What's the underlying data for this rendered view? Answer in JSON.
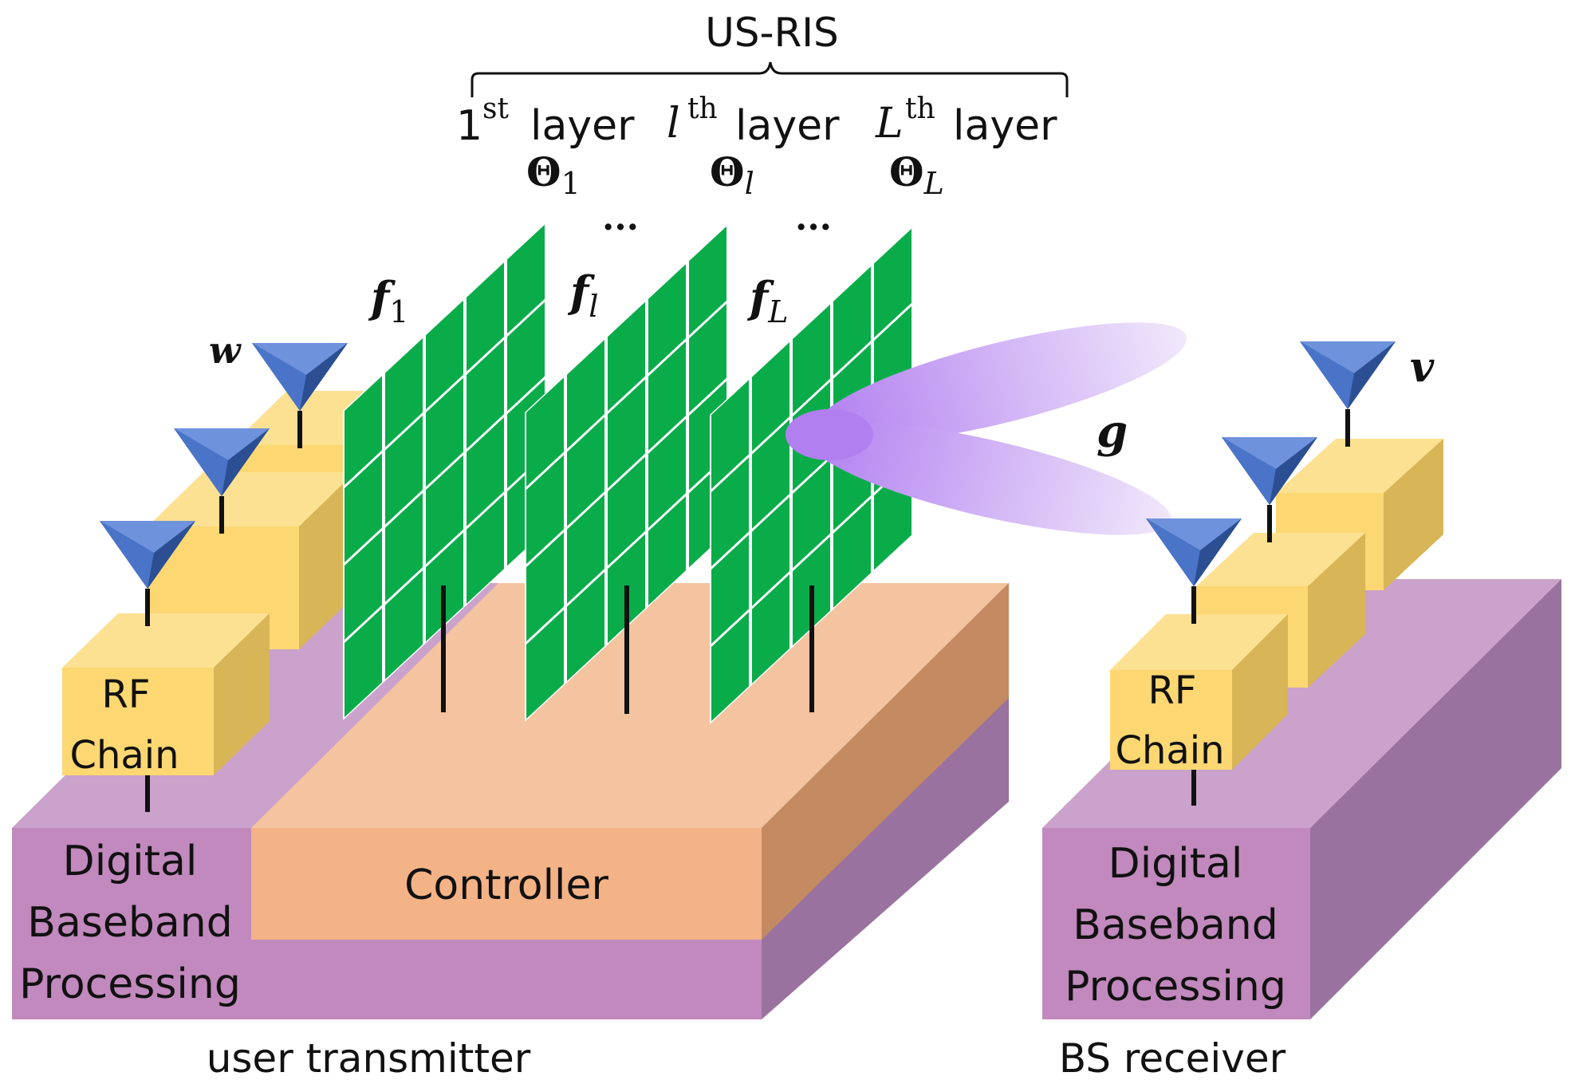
{
  "title": "US-RIS",
  "layers": [
    {
      "sup_base": "1",
      "sup": "st",
      "word": "layer",
      "theta_base": "Θ",
      "theta_sub": "1",
      "f_base": "f",
      "f_sub": "1"
    },
    {
      "sup_base": "l",
      "sup": "th",
      "word": "layer",
      "theta_base": "Θ",
      "theta_sub": "l",
      "f_base": "f",
      "f_sub": "l"
    },
    {
      "sup_base": "L",
      "sup": "th",
      "word": "layer",
      "theta_base": "Θ",
      "theta_sub": "L",
      "f_base": "f",
      "f_sub": "L"
    }
  ],
  "ellipsis": "...",
  "symbols": {
    "w": "w",
    "g": "g",
    "v": "v"
  },
  "transmitter": {
    "rf_line1": "RF",
    "rf_line2": "Chain",
    "dbp_line1": "Digital",
    "dbp_line2": "Baseband",
    "dbp_line3": "Processing",
    "controller": "Controller",
    "caption": "user transmitter"
  },
  "receiver": {
    "rf_line1": "RF",
    "rf_line2": "Chain",
    "dbp_line1": "Digital",
    "dbp_line2": "Baseband",
    "dbp_line3": "Processing",
    "caption": "BS receiver"
  },
  "colors": {
    "platform_front": "#c189bd",
    "platform_top": "#caa2cb",
    "platform_side": "#9a729f",
    "controller_front": "#f3b387",
    "controller_top": "#f3c49f",
    "controller_side": "#c48a62",
    "rf_front": "#fcd772",
    "rf_top": "#fde192",
    "rf_side": "#d8b556",
    "antenna_light": "#5b82cf",
    "antenna_dark": "#2f5aa0",
    "ris_cell": "#0aac4a",
    "beam": "#b88ce8"
  }
}
